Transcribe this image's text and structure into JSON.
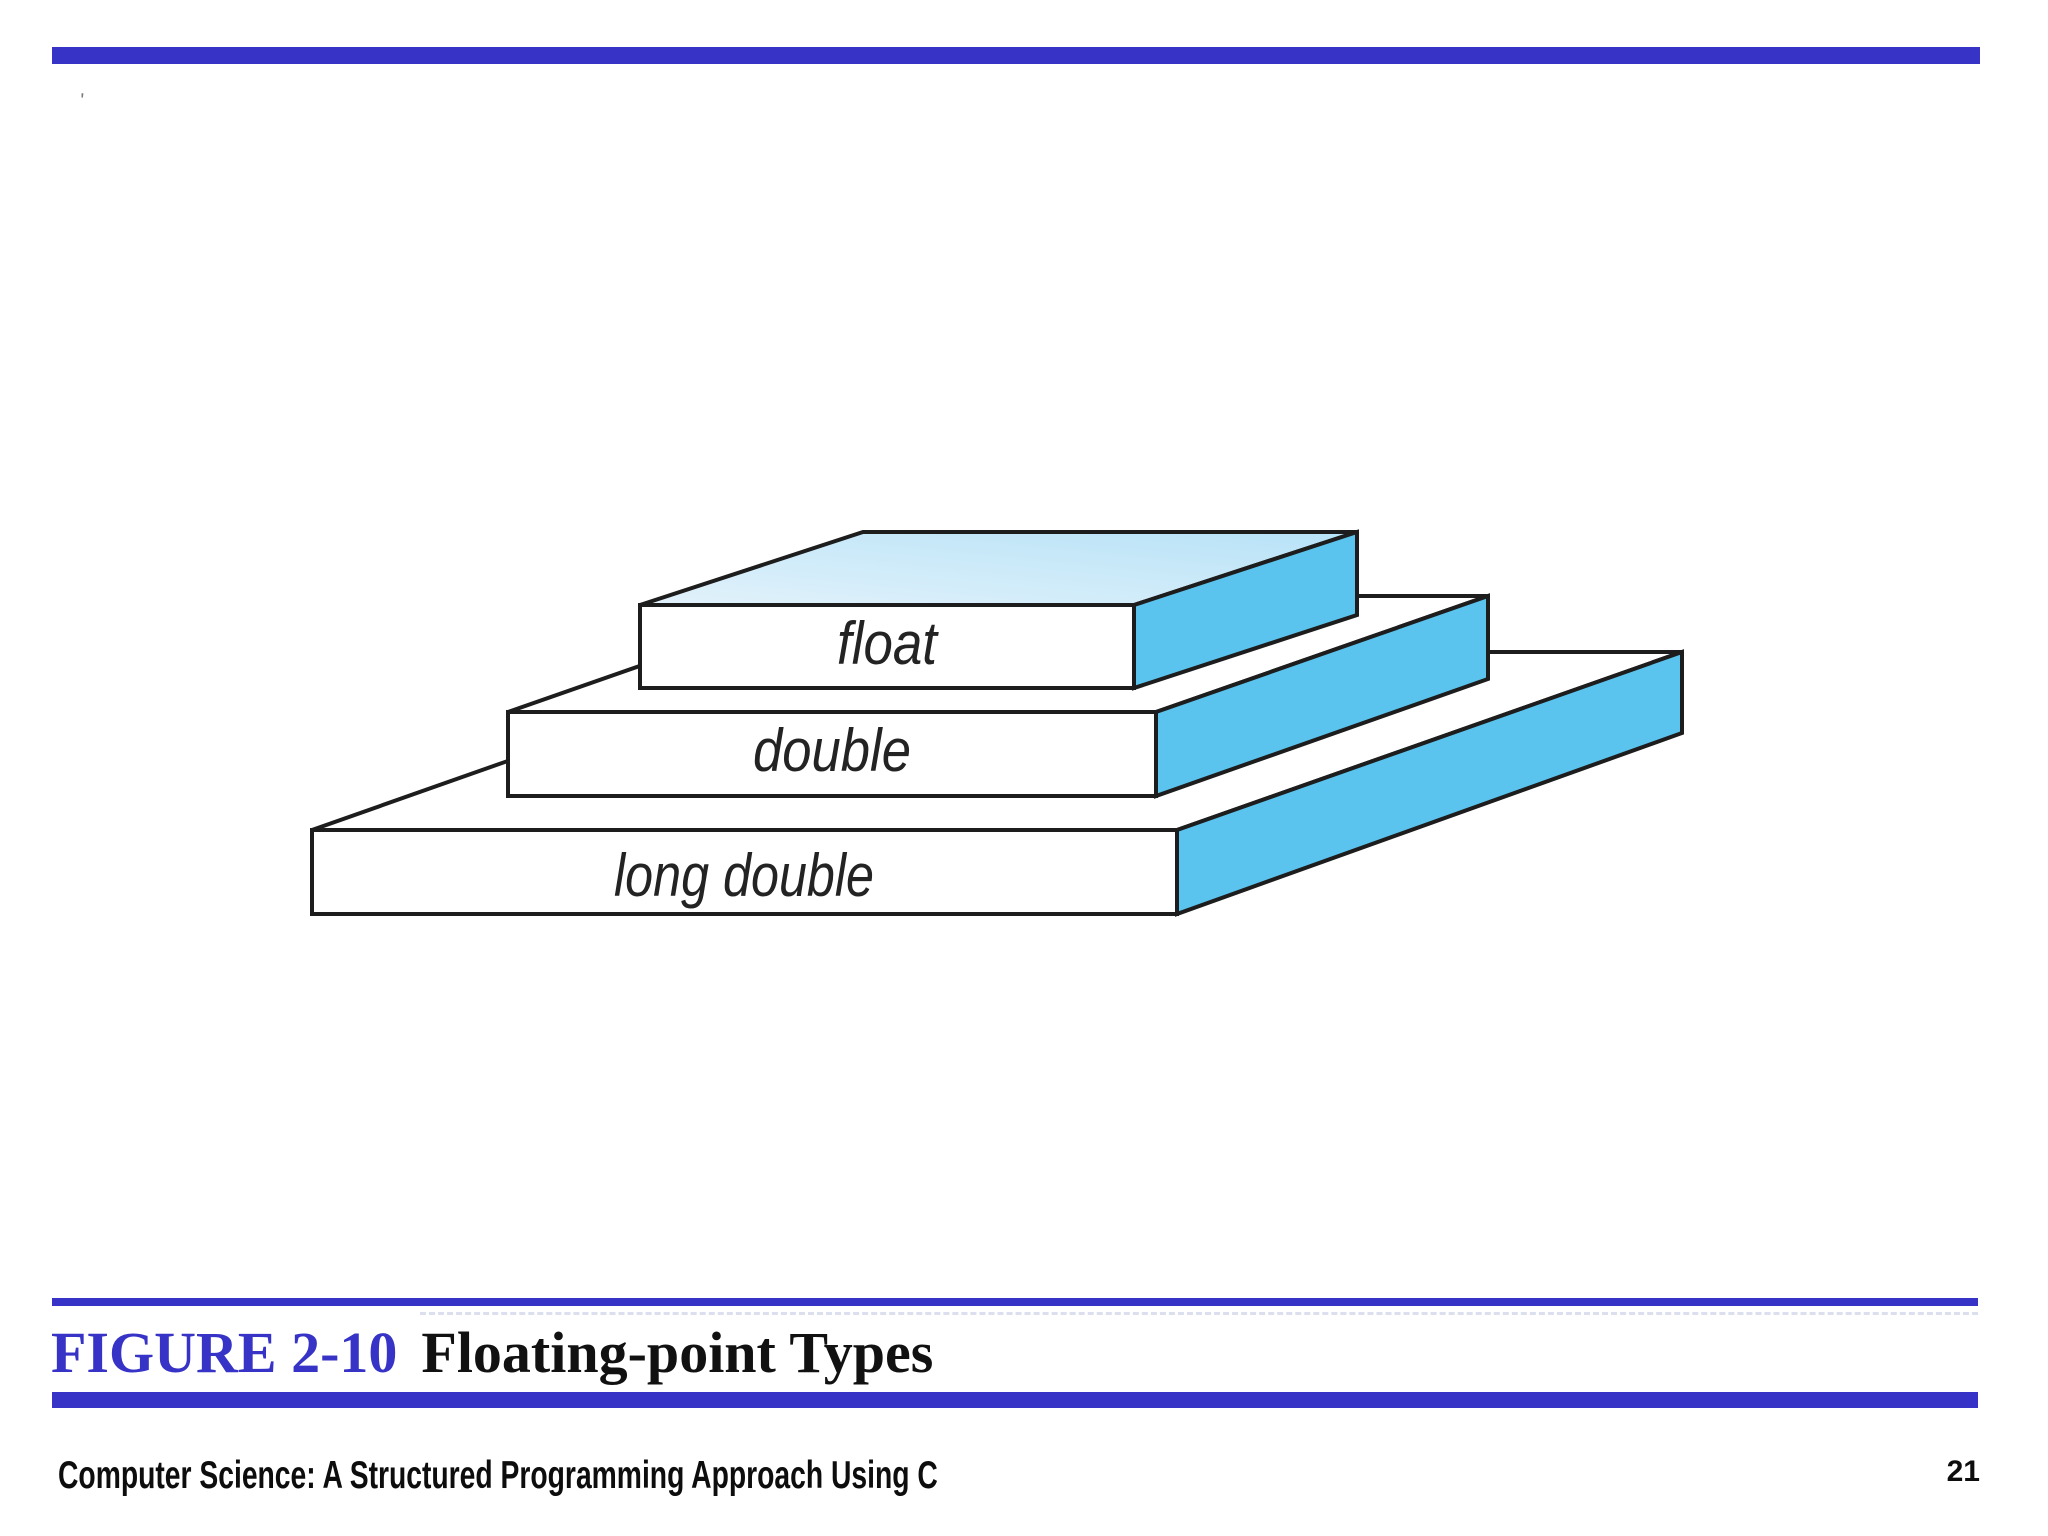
{
  "slide": {
    "stray_mark": "'",
    "accent_blue": "#3633c6"
  },
  "diagram": {
    "type": "stacked-3d-pyramid",
    "title_semantic": "Floating-point types hierarchy",
    "levels": [
      {
        "label": "float"
      },
      {
        "label": "double"
      },
      {
        "label": "long double"
      }
    ],
    "colors": {
      "side_blue": "#5bc4ee",
      "top_gradient_light": "#e2f2fb",
      "top_gradient_deep": "#b7e2f7",
      "face_white": "#ffffff",
      "outline": "#1d1d1d"
    }
  },
  "caption": {
    "figure_label": "FIGURE 2-10",
    "figure_title": "Floating-point Types"
  },
  "footer": {
    "book_title": "Computer Science: A Structured Programming Approach Using C",
    "page_number": "21"
  }
}
